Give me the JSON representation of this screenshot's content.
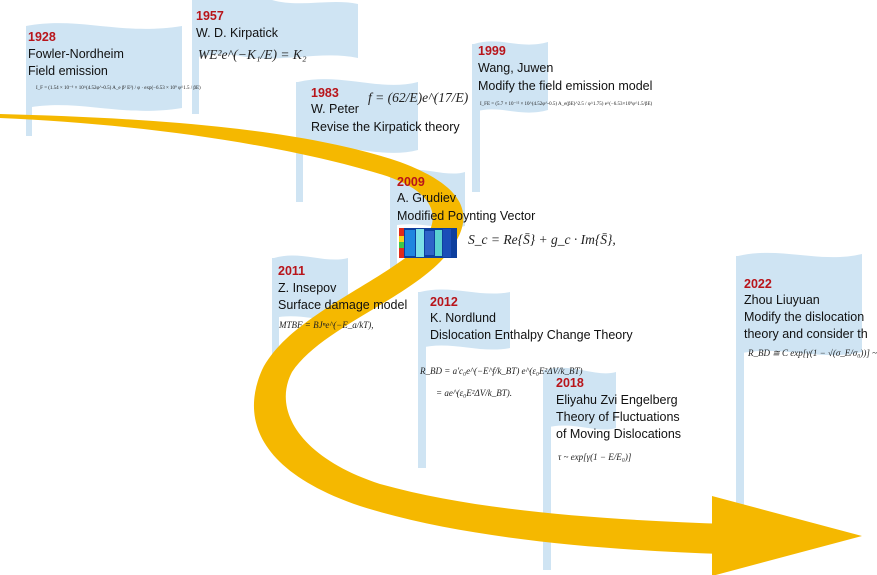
{
  "colors": {
    "arrow": "#F5B800",
    "flag": "#cfe4f3",
    "pole": "#cfe4f3",
    "year": "#b8141a",
    "text": "#111111"
  },
  "milestones": [
    {
      "id": "1928",
      "year": "1928",
      "lines": [
        "Fowler-Nordheim",
        "Field emission"
      ],
      "formula": "I_F = (1.54 × 10⁻⁶ × 10^(4.52φ^-0.5) A_e β² E²) / φ · exp(−6.53 × 10⁹ φ^1.5 / βE)"
    },
    {
      "id": "1957",
      "year": "1957",
      "lines": [
        "W. D. Kirpatick"
      ],
      "formula": "WE²e^(−K₁/E) = K₂"
    },
    {
      "id": "1983",
      "year": "1983",
      "lines": [
        "W. Peter",
        "Revise the Kirpatick theory"
      ],
      "formula": "f = (62/E)e^(17/E)"
    },
    {
      "id": "1999",
      "year": "1999",
      "lines": [
        "Wang, Juwen",
        "Modify the field emission model"
      ],
      "formula": "I_FE = (5.7 × 10⁻¹² × 10^(4.52φ^-0.5) A_e(βE)^2.5 / φ^1.75) e^(−6.53×10⁹φ^1.5/βE)"
    },
    {
      "id": "2009",
      "year": "2009",
      "lines": [
        "A. Grudiev",
        "Modified Poynting Vector"
      ],
      "formula": "S_c = Re{S̄} + g_c · Im{S̄},"
    },
    {
      "id": "2011",
      "year": "2011",
      "lines": [
        "Z. Insepov",
        "Surface damage model"
      ],
      "formula": "MTBF = BJⁿe^(−E_a/kT),"
    },
    {
      "id": "2012",
      "year": "2012",
      "lines": [
        "K. Nordlund",
        "Dislocation Enthalpy  Change Theory"
      ],
      "formula": "R_BD = a′c₀e^(−E^f/k_BT) e^(ε₀E²ΔV/k_BT)",
      "formula2": "= ae^(ε₀E²ΔV/k_BT)."
    },
    {
      "id": "2018",
      "year": "2018",
      "lines": [
        "Eliyahu  Zvi Engelberg",
        "Theory of Fluctuations",
        "of Moving Dislocations"
      ],
      "formula": "τ ~ exp[γ(1 − E/E₀)]"
    },
    {
      "id": "2022",
      "year": "2022",
      "lines": [
        "Zhou Liuyuan",
        "Modify the dislocation",
        "theory and consider th"
      ],
      "formula": "R_BD ≅ C exp[γ(1 − √(σ_E/σ₀))] ~"
    }
  ]
}
